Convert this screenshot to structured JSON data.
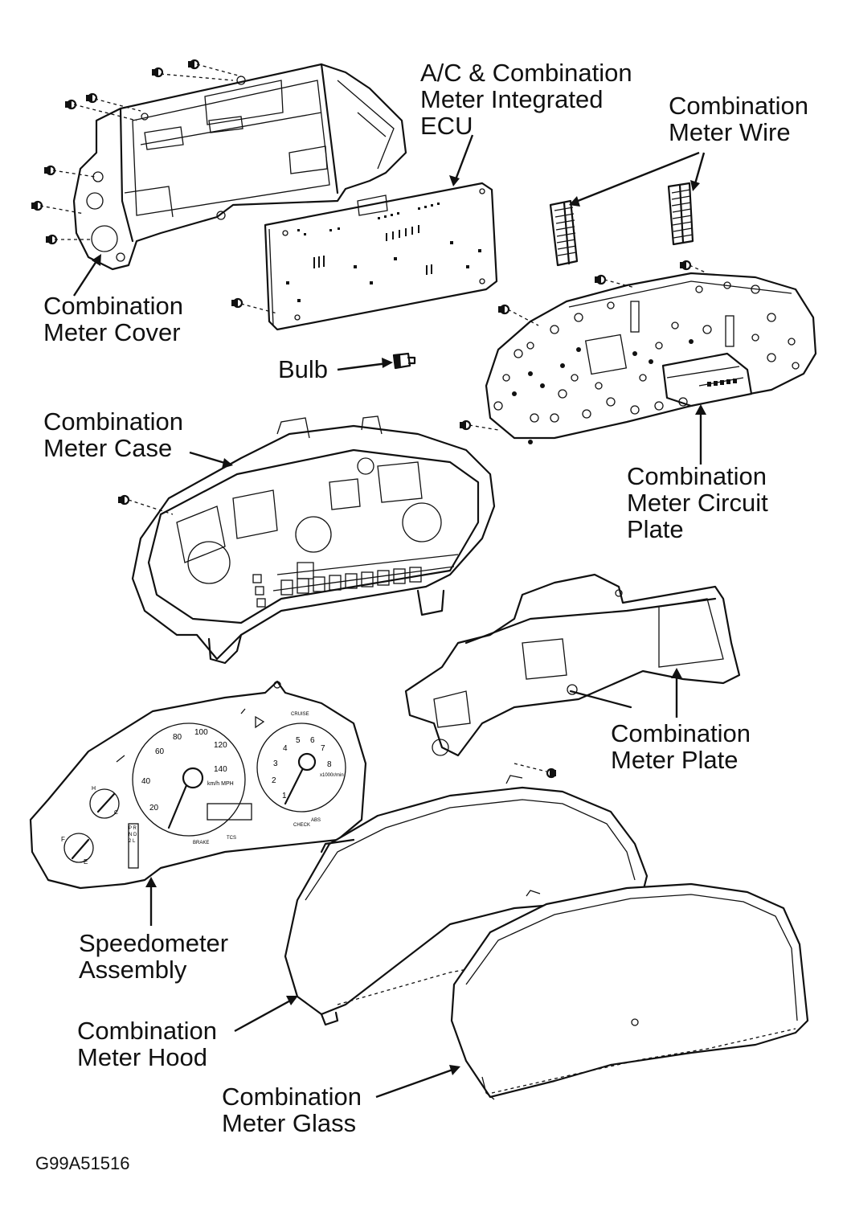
{
  "labels": {
    "ecu": [
      "A/C & Combination",
      "Meter Integrated",
      "ECU"
    ],
    "wire": [
      "Combination",
      "Meter Wire"
    ],
    "cover": [
      "Combination",
      "Meter Cover"
    ],
    "bulb": "Bulb",
    "case": [
      "Combination",
      "Meter Case"
    ],
    "circuit_plate": [
      "Combination",
      "Meter Circuit",
      "Plate"
    ],
    "plate": [
      "Combination",
      "Meter Plate"
    ],
    "speedometer": [
      "Speedometer",
      "Assembly"
    ],
    "hood": [
      "Combination",
      "Meter Hood"
    ],
    "glass": [
      "Combination",
      "Meter Glass"
    ]
  },
  "figure_code": "G99A51516",
  "gauge_text": {
    "speedo_ticks": [
      "20",
      "40",
      "60",
      "80",
      "100",
      "120",
      "140"
    ],
    "speedo_unit": "km/h MPH",
    "tacho_ticks": [
      "1",
      "2",
      "3",
      "4",
      "5",
      "6",
      "7",
      "8"
    ],
    "tacho_unit": "x1000r/min",
    "cruise": "CRUISE",
    "check": "CHECK",
    "abs": "ABS",
    "brake": "BRAKE",
    "tcs": "TCS",
    "gear": "P R N D 2 L",
    "fuel_f": "F",
    "fuel_e": "E",
    "temp_h": "H",
    "temp_c": "C"
  }
}
